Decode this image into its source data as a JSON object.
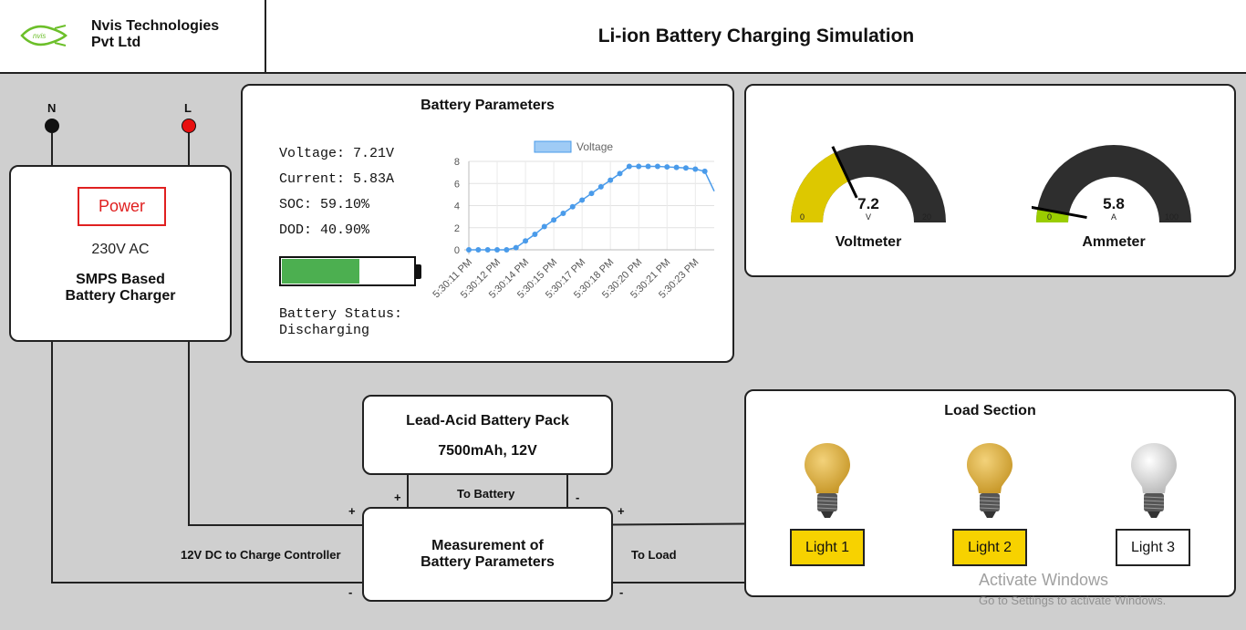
{
  "header": {
    "company": "Nvis Technologies\nPvt Ltd",
    "logo_text": "nvis",
    "title": "Li-ion Battery Charging Simulation"
  },
  "terminals": {
    "neutral": "N",
    "live": "L"
  },
  "charger": {
    "power_label": "Power",
    "input": "230V AC",
    "name": "SMPS Based\nBattery Charger"
  },
  "battery_params": {
    "title": "Battery Parameters",
    "voltage": "Voltage: 7.21V",
    "current": "Current: 5.83A",
    "soc": "SOC: 59.10%",
    "dod": "DOD: 40.90%",
    "status_label": "Battery Status:",
    "status_value": "Discharging",
    "level": 0.591,
    "level_color": "#4caf50"
  },
  "chart_data": {
    "type": "line",
    "legend": "Voltage",
    "series_color": "#4a9bea",
    "ylim": [
      0,
      8
    ],
    "yticks": [
      "0",
      "2",
      "4",
      "6",
      "8"
    ],
    "x": [
      "5:30:11 PM",
      "",
      "5:30:12 PM",
      "",
      "5:30:14 PM",
      "",
      "5:30:15 PM",
      "",
      "5:30:17 PM",
      "",
      "5:30:18 PM",
      "",
      "5:30:20 PM",
      "",
      "5:30:21 PM",
      "",
      "5:30:23 PM",
      "",
      "",
      "",
      "",
      "",
      "",
      "",
      "",
      ""
    ],
    "xtick_labels": [
      "5:30:11 PM",
      "5:30:12 PM",
      "5:30:14 PM",
      "5:30:15 PM",
      "5:30:17 PM",
      "5:30:18 PM",
      "5:30:20 PM",
      "5:30:21 PM",
      "5:30:23 PM"
    ],
    "values": [
      0,
      0,
      0,
      0,
      0,
      0.2,
      0.8,
      1.4,
      2.1,
      2.7,
      3.3,
      3.9,
      4.5,
      5.1,
      5.7,
      6.3,
      6.9,
      7.55,
      7.55,
      7.55,
      7.55,
      7.5,
      7.45,
      7.4,
      7.3,
      7.1,
      5.3
    ]
  },
  "meters": {
    "voltmeter": {
      "label": "Voltmeter",
      "value": "7.2",
      "unit": "V",
      "min": "0",
      "max": "20",
      "reading": 7.2,
      "range": 20,
      "fill": "#ddc800"
    },
    "ammeter": {
      "label": "Ammeter",
      "value": "5.8",
      "unit": "A",
      "min": "0",
      "max": "100",
      "reading": 5.8,
      "range": 100,
      "fill": "#9acd00"
    },
    "track_color": "#2e2e2e"
  },
  "battery_pack": {
    "name": "Lead-Acid Battery Pack",
    "spec": "7500mAh, 12V"
  },
  "measurement": {
    "name": "Measurement of\nBattery Parameters"
  },
  "wiring": {
    "to_battery": "To Battery",
    "to_load": "To Load",
    "to_controller": "12V DC to Charge Controller",
    "plus": "+",
    "minus": "-"
  },
  "load": {
    "title": "Load Section",
    "lights": [
      {
        "label": "Light 1",
        "on": true
      },
      {
        "label": "Light 2",
        "on": true
      },
      {
        "label": "Light 3",
        "on": false
      }
    ],
    "on_color": "#f7d200",
    "off_color": "#ffffff"
  },
  "watermark": {
    "line1": "Activate Windows",
    "line2": "Go to Settings to activate Windows."
  }
}
